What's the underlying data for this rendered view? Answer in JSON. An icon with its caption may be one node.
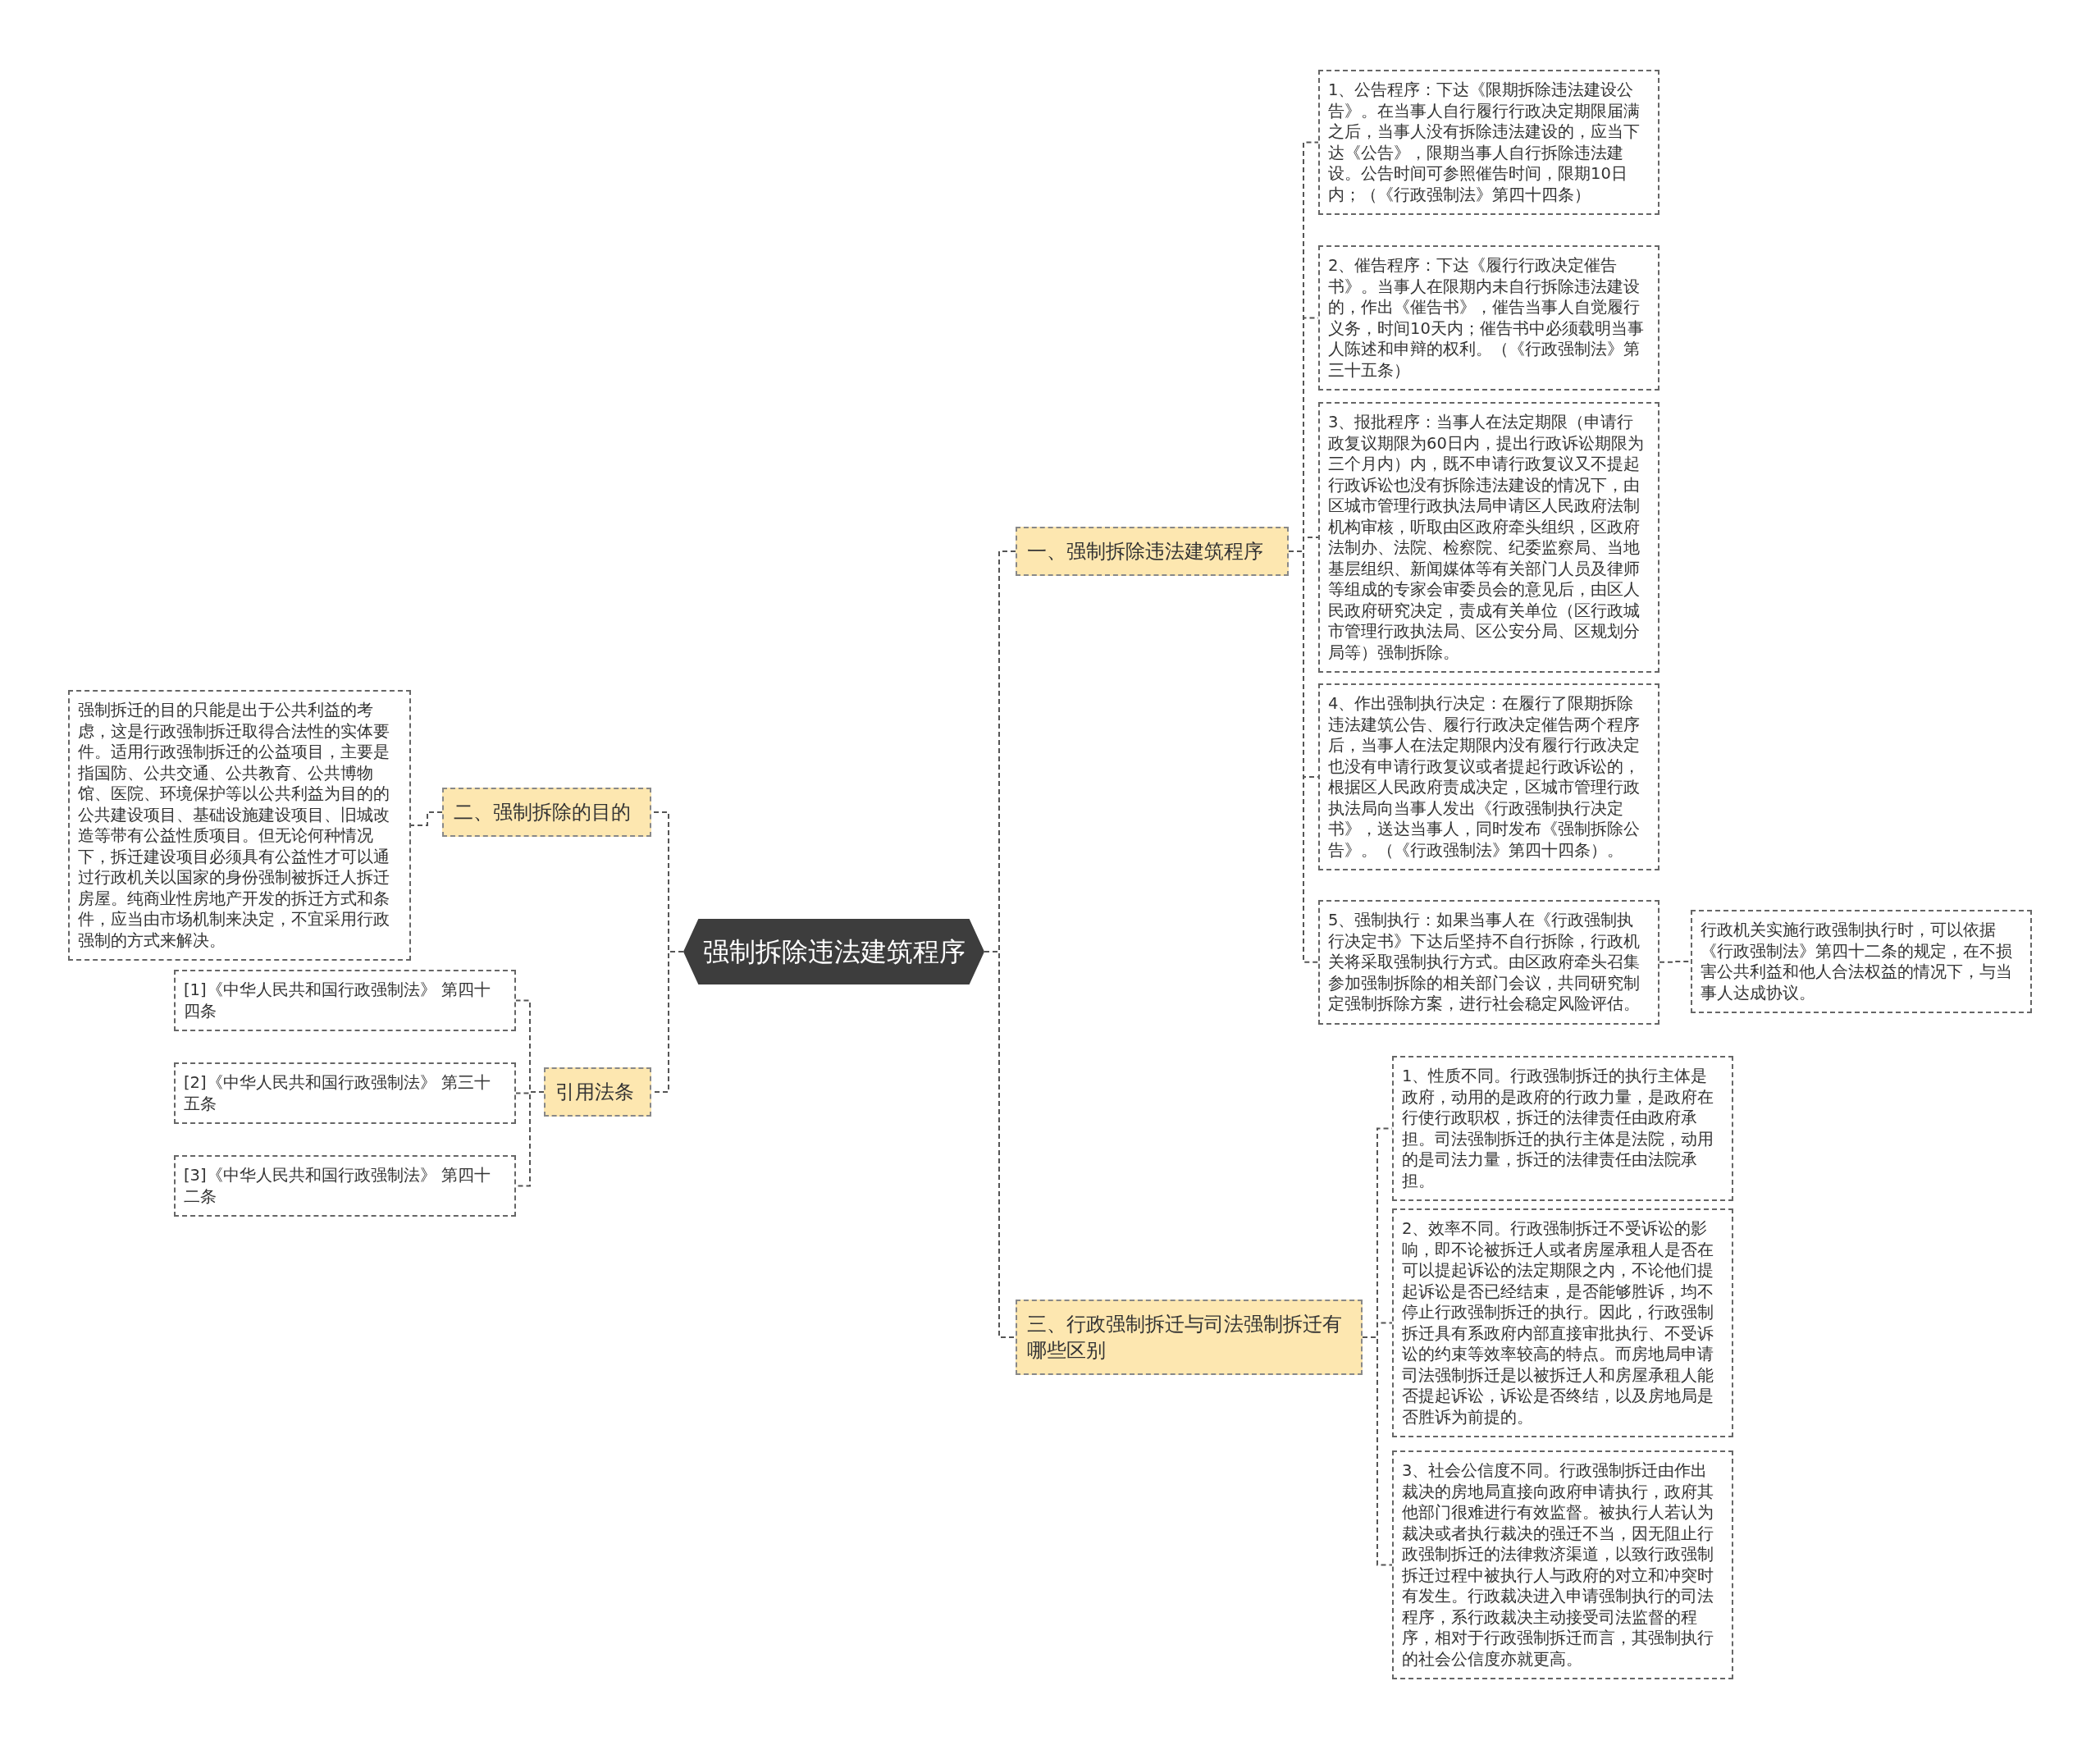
{
  "diagram": {
    "nodes": [
      {
        "text": [
          "强制拆除违法建筑程序"
        ]
      },
      {
        "text": [
          "一、强制拆除违法建筑程序"
        ]
      },
      {
        "text": [
          "1、公告程序：下达《限期拆除违法建设公告》。在当事人自行履行行政决定期限届满之后，当事人没有拆除违法建设的，应当下达《公告》，限期当事人自行拆除违法建设。公告时间可参照催告时间，限期10日内；（《行政强制法》第四十四条）"
        ]
      },
      {
        "text": [
          "2、催告程序：下达《履行行政决定催告书》。当事人在限期内未自行拆除违法建设的，作出《催告书》，催告当事人自觉履行义务，时间10天内；催告书中必须载明当事人陈述和申辩的权利。（《行政强制法》第三十五条）"
        ]
      },
      {
        "text": [
          "3、报批程序：当事人在法定期限（申请行政复议期限为60日内，提出行政诉讼期限为三个月内）内，既不申请行政复议又不提起行政诉讼也没有拆除违法建设的情况下，由区城市管理行政执法局申请区人民政府法制机构审核，听取由区政府牵头组织，区政府法制办、法院、检察院、纪委监察局、当地基层组织、新闻媒体等有关部门人员及律师等组成的专家会审委员会的意见后，由区人民政府研究决定，责成有关单位（区行政城市管理行政执法局、区公安分局、区规划分局等）强制拆除。"
        ]
      },
      {
        "text": [
          "4、作出强制执行决定：在履行了限期拆除违法建筑公告、履行行政决定催告两个程序后，当事人在法定期限内没有履行行政决定也没有申请行政复议或者提起行政诉讼的，根据区人民政府责成决定，区城市管理行政执法局向当事人发出《行政强制执行决定书》，送达当事人，同时发布《强制拆除公告》。（《行政强制法》第四十四条）。"
        ]
      },
      {
        "text": [
          "5、强制执行：如果当事人在《行政强制执行决定书》下达后坚持不自行拆除，行政机关将采取强制执行方式。由区政府牵头召集参加强制拆除的相关部门会议，共同研究制定强制拆除方案，进行社会稳定风险评估。"
        ]
      },
      {
        "text": [
          "行政机关实施行政强制执行时，可以依据《行政强制法》第四十二条的规定，在不损害公共利益和他人合法权益的情况下，与当事人达成协议。"
        ]
      },
      {
        "text": [
          "二、强制拆除的目的"
        ]
      },
      {
        "text": [
          "强制拆迁的目的只能是出于公共利益的考虑，这是行政强制拆迁取得合法性的实体要件。适用行政强制拆迁的公益项目，主要是指国防、公共交通、公共教育、公共博物馆、医院、环境保护等以公共利益为目的的公共建设项目、基础设施建设项目、旧城改造等带有公益性质项目。但无论何种情况下，拆迁建设项目必须具有公益性才可以通过行政机关以国家的身份强制被拆迁人拆迁房屋。纯商业性房地产开发的拆迁方式和条件，应当由市场机制来决定，不宜采用行政强制的方式来解决。"
        ]
      },
      {
        "text": [
          "引用法条"
        ]
      },
      {
        "text": [
          "[1]《中华人民共和国行政强制法》 第四十四条"
        ]
      },
      {
        "text": [
          "[2]《中华人民共和国行政强制法》 第三十五条"
        ]
      },
      {
        "text": [
          "[3]《中华人民共和国行政强制法》 第四十二条"
        ]
      },
      {
        "text": [
          "三、行政强制拆迁与司法强制拆迁有哪些区别"
        ]
      },
      {
        "text": [
          "1、性质不同。行政强制拆迁的执行主体是政府，动用的是政府的行政力量，是政府在行使行政职权，拆迁的法律责任由政府承担。司法强制拆迁的执行主体是法院，动用的是司法力量，拆迁的法律责任由法院承担。"
        ]
      },
      {
        "text": [
          "2、效率不同。行政强制拆迁不受诉讼的影响，即不论被拆迁人或者房屋承租人是否在可以提起诉讼的法定期限之内，不论他们提起诉讼是否已经结束，是否能够胜诉，均不停止行政强制拆迁的执行。因此，行政强制拆迁具有系政府内部直接审批执行、不受诉讼的约束等效率较高的特点。而房地局申请司法强制拆迁是以被拆迁人和房屋承租人能否提起诉讼，诉讼是否终结，以及房地局是否胜诉为前提的。"
        ]
      },
      {
        "text": [
          "3、社会公信度不同。行政强制拆迁由作出裁决的房地局直接向政府申请执行，政府其他部门很难进行有效监督。被执行人若认为裁决或者执行裁决的强迁不当，因无阻止行政强制拆迁的法律救济渠道，以致行政强制拆迁过程中被执行人与政府的对立和冲突时有发生。行政裁决进入申请强制执行的司法程序，系行政裁决主动接受司法监督的程序，相对于行政强制拆迁而言，其强制执行的社会公信度亦就更高。"
        ]
      }
    ],
    "edges": [
      {
        "from": 0,
        "to": 1,
        "arrow": "none"
      },
      {
        "from": 1,
        "to": 2,
        "arrow": "none"
      },
      {
        "from": 1,
        "to": 3,
        "arrow": "none"
      },
      {
        "from": 1,
        "to": 4,
        "arrow": "none"
      },
      {
        "from": 1,
        "to": 5,
        "arrow": "none"
      },
      {
        "from": 1,
        "to": 6,
        "arrow": "none"
      },
      {
        "from": 6,
        "to": 7,
        "arrow": "none"
      },
      {
        "from": 0,
        "to": 8,
        "arrow": "none"
      },
      {
        "from": 8,
        "to": 9,
        "arrow": "none"
      },
      {
        "from": 0,
        "to": 10,
        "arrow": "none"
      },
      {
        "from": 10,
        "to": 11,
        "arrow": "none"
      },
      {
        "from": 10,
        "to": 12,
        "arrow": "none"
      },
      {
        "from": 10,
        "to": 13,
        "arrow": "none"
      },
      {
        "from": 0,
        "to": 14,
        "arrow": "none"
      },
      {
        "from": 14,
        "to": 15,
        "arrow": "none"
      },
      {
        "from": 14,
        "to": 16,
        "arrow": "none"
      },
      {
        "from": 14,
        "to": 17,
        "arrow": "none"
      }
    ]
  }
}
